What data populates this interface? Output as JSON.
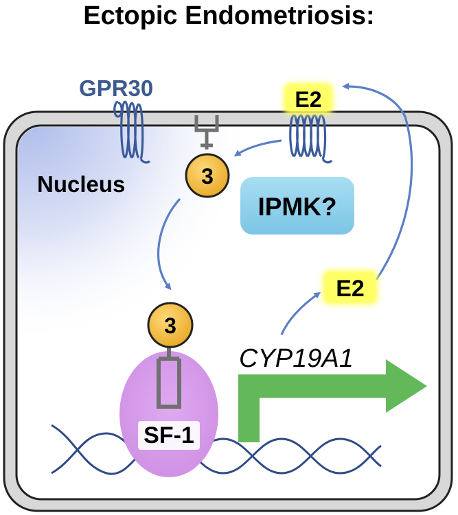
{
  "title": "Ectopic Endometriosis:",
  "labels": {
    "gpr30": "GPR30",
    "nucleus": "Nucleus",
    "e2_top": "E2",
    "e2_mid": "E2",
    "ipmk": "IPMK?",
    "ip3_top": "3",
    "ip3_bottom": "3",
    "sf1": "SF-1",
    "gene": "CYP19A1"
  },
  "colors": {
    "arrow_blue": "#5b7fc6",
    "receptor_blue": "#3a5a9a",
    "gpr30_text": "#3d5a8f",
    "e2_highlight": "#ffff66",
    "ipmk_box": "#8fd0ea",
    "ip3_fill": "#f0b93a",
    "sf1_fill": "#d59ae8",
    "gene_arrow": "#63b85a",
    "dna": "#2e4a87",
    "membrane": "#d8d8d8",
    "nucleus_glow": "#b5c2ec"
  }
}
